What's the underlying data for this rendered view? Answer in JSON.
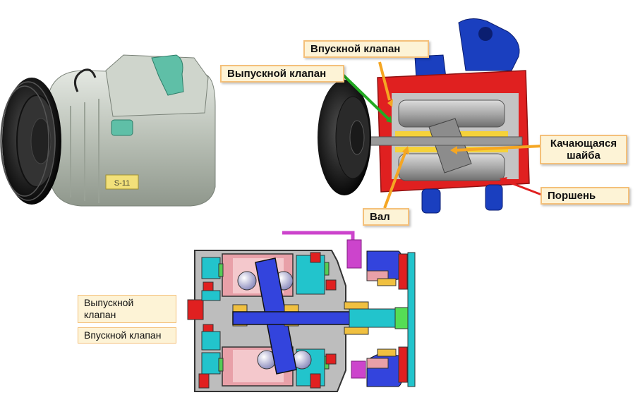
{
  "labels": {
    "top_intake": "Впускной клапан",
    "top_exhaust": "Выпускной клапан",
    "swash_line1": "Качающаяся",
    "swash_line2": "шайба",
    "piston": "Поршень",
    "shaft": "Вал",
    "bottom_exhaust_line1": "Выпускной",
    "bottom_exhaust_line2": "клапан",
    "bottom_intake": "Впускной клапан"
  },
  "compressor_tag": "S-11",
  "colors": {
    "label_bg": "#fdf3d6",
    "label_border": "#f4c07a",
    "housing_red": "#e02020",
    "housing_blue": "#1a3fbf",
    "arrow_orange": "#f5a623",
    "arrow_green": "#22aa22",
    "arrow_red": "#e02020",
    "shaft_blue": "#3344dd",
    "cyan": "#22c4cc",
    "pink": "#e8a0a8",
    "magenta": "#cc44cc"
  }
}
